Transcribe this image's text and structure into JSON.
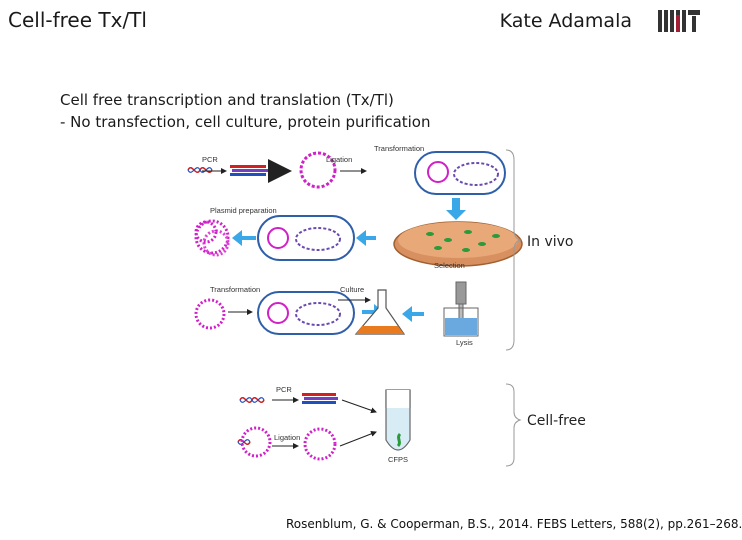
{
  "header": {
    "title": "Cell-free Tx/Tl",
    "author": "Kate Adamala",
    "logo_text": "MIT"
  },
  "bullets": [
    "Cell free transcription and translation (Tx/Tl)",
    "- No transfection, cell culture, protein purification"
  ],
  "diagram": {
    "steps": {
      "pcr_top": "PCR",
      "ligation_top": "Ligation",
      "transformation_top": "Transformation",
      "plasmid_prep": "Plasmid preparation",
      "selection": "Selection",
      "transformation_mid": "Transformation",
      "culture": "Culture",
      "lysis": "Lysis",
      "pcr_bottom": "PCR",
      "ligation_bottom": "Ligation",
      "cfps": "CFPS"
    },
    "group_labels": {
      "in_vivo": "In vivo",
      "cell_free": "Cell-free"
    },
    "colors": {
      "plasmid": "#d020c8",
      "insert": "#6a4ab0",
      "arrow_blue": "#3aa8e8",
      "cell_outline": "#2f5fa8",
      "dish_agar": "#d89060",
      "colony": "#2a9a3a",
      "culture_orange": "#e87a20"
    }
  },
  "citation": "Rosenblum, G. & Cooperman, B.S., 2014. FEBS Letters, 588(2), pp.261–268."
}
